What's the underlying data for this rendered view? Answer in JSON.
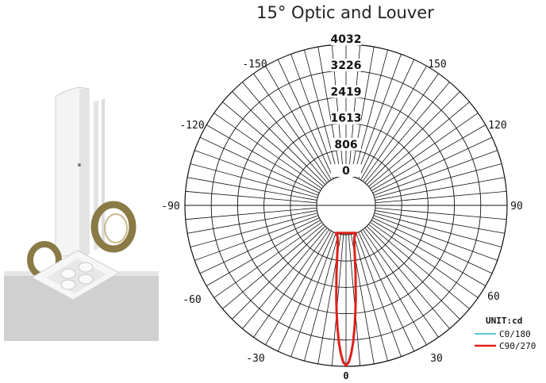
{
  "title": "15° Optic and Louver",
  "product_image": {
    "description_icon": "recessed-spotlight-fixture-icon",
    "colors": {
      "body": "#f2f2f2",
      "ring": "#8a7a45",
      "ceiling": "#cfcfcf"
    }
  },
  "chart_data": {
    "type": "polar",
    "title": "15° Optic and Louver",
    "unit_label": "UNIT:cd",
    "radial_ticks": [
      "0",
      "806",
      "1613",
      "2419",
      "3226",
      "4032"
    ],
    "radial_max": 4032,
    "angle_labels": {
      "left": [
        "-150",
        "-120",
        "-90",
        "-60",
        "-30"
      ],
      "right": [
        "150",
        "120",
        "90",
        "60",
        "30"
      ],
      "bottom": "0"
    },
    "angle_step_deg": 5,
    "grid": true,
    "legend_position": "bottom-right",
    "series": [
      {
        "name": "C0/180",
        "color": "#5bc8d8",
        "angles": [
          -20,
          -15,
          -12,
          -10,
          -8,
          -6,
          -5,
          -4,
          -3,
          -2,
          -1,
          0,
          1,
          2,
          3,
          4,
          5,
          6,
          8,
          10,
          12,
          15,
          20
        ],
        "values": [
          0,
          80,
          280,
          600,
          1150,
          1900,
          2350,
          2800,
          3250,
          3620,
          3880,
          3960,
          3880,
          3620,
          3250,
          2800,
          2350,
          1900,
          1150,
          600,
          280,
          80,
          0
        ]
      },
      {
        "name": "C90/270",
        "color": "#e0201a",
        "angles": [
          -20,
          -15,
          -12,
          -10,
          -8,
          -6,
          -5,
          -4,
          -3,
          -2,
          -1,
          0,
          1,
          2,
          3,
          4,
          5,
          6,
          8,
          10,
          12,
          15,
          20
        ],
        "values": [
          0,
          100,
          320,
          650,
          1200,
          1950,
          2400,
          2850,
          3300,
          3650,
          3910,
          4000,
          3910,
          3650,
          3300,
          2850,
          2400,
          1950,
          1200,
          650,
          320,
          100,
          0
        ]
      }
    ]
  }
}
